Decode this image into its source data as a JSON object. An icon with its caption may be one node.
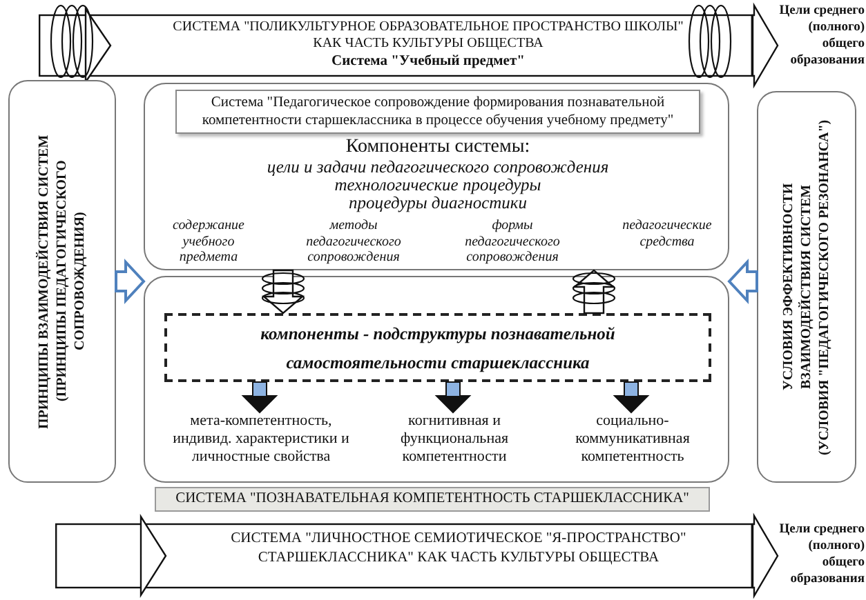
{
  "diagram": {
    "nodes": [
      {
        "text": [
          "СИСТЕМА \"ПОЛИКУЛЬТУРНОЕ ОБРАЗОВАТЕЛЬНОЕ ПРОСТРАНСТВО ШКОЛЫ\" КАК ЧАСТЬ КУЛЬТУРЫ ОБЩЕСТВА",
          "Система \"Учебный предмет\""
        ]
      },
      {
        "text": [
          "Цели среднего (полного) общего образования"
        ]
      },
      {
        "text": [
          "ПРИНЦИПЫ ВЗАИМОДЕЙСТВИЯ СИСТЕМ",
          "(ПРИНЦИПЫ ПЕДАГОГИЧЕСКОГО СОПРОВОЖДЕНИЯ)"
        ]
      },
      {
        "text": [
          "Компоненты системы:",
          "цели и задачи педагогического сопровождения",
          "технологические процедуры",
          "процедуры диагностики",
          "содержание учебного предмета",
          "методы педагогического сопровождения",
          "формы педагогического сопровождения",
          "педагогические средства"
        ]
      },
      {
        "text": [
          "Система \"Педагогическое сопровождение формирования познавательной компетентности старшеклассника в процессе обучения учебному предмету\""
        ],
        "in": 3
      },
      {
        "text": [
          "УСЛОВИЯ ЭФФЕКТИВНОСТИ ВЗАИМОДЕЙСТВИЯ СИСТЕМ",
          "(УСЛОВИЯ \"ПЕДАГОГИЧЕСКОГО РЕЗОНАНСА\")"
        ]
      },
      {
        "text": [],
        "shape": "box"
      },
      {
        "text": [
          "компоненты - подструктуры познавательной самостоятельности старшеклассника"
        ],
        "in": 6
      },
      {
        "text": [
          "мета-компетентность, индивид. характеристики и личностные свойства"
        ],
        "in": 6
      },
      {
        "text": [
          "когнитивная и функциональная компетентности"
        ],
        "in": 6
      },
      {
        "text": [
          "социально-коммуникативная компетентность"
        ],
        "in": 6
      },
      {
        "text": [
          "СИСТЕМА \"ПОЗНАВАТЕЛЬНАЯ КОМПЕТЕНТНОСТЬ СТАРШЕКЛАССНИКА\""
        ]
      },
      {
        "text": [
          "СИСТЕМА \"ЛИЧНОСТНОЕ СЕМИОТИЧЕСКОЕ \"Я-ПРОСТРАНСТВО\" СТАРШЕКЛАССНИКА\" КАК ЧАСТЬ КУЛЬТУРЫ ОБЩЕСТВА"
        ]
      },
      {
        "text": [
          "Цели среднего (полного) общего образования"
        ]
      }
    ],
    "edges": [
      {
        "from": 0,
        "to": 1,
        "arrow": "to"
      },
      {
        "from": 2,
        "to": 6,
        "arrow": "to",
        "color": "#4f81bd"
      },
      {
        "from": 5,
        "to": 6,
        "arrow": "to",
        "color": "#4f81bd"
      },
      {
        "from": 3,
        "to": 7,
        "arrow": "to"
      },
      {
        "from": 7,
        "to": 3,
        "arrow": "to"
      },
      {
        "from": 7,
        "to": 8,
        "arrow": "to",
        "style": "thick",
        "color": "#8db3e2"
      },
      {
        "from": 7,
        "to": 9,
        "arrow": "to",
        "style": "thick",
        "color": "#8db3e2"
      },
      {
        "from": 7,
        "to": 10,
        "arrow": "to",
        "style": "thick",
        "color": "#8db3e2"
      },
      {
        "from": 12,
        "to": 13,
        "arrow": "to"
      }
    ]
  }
}
